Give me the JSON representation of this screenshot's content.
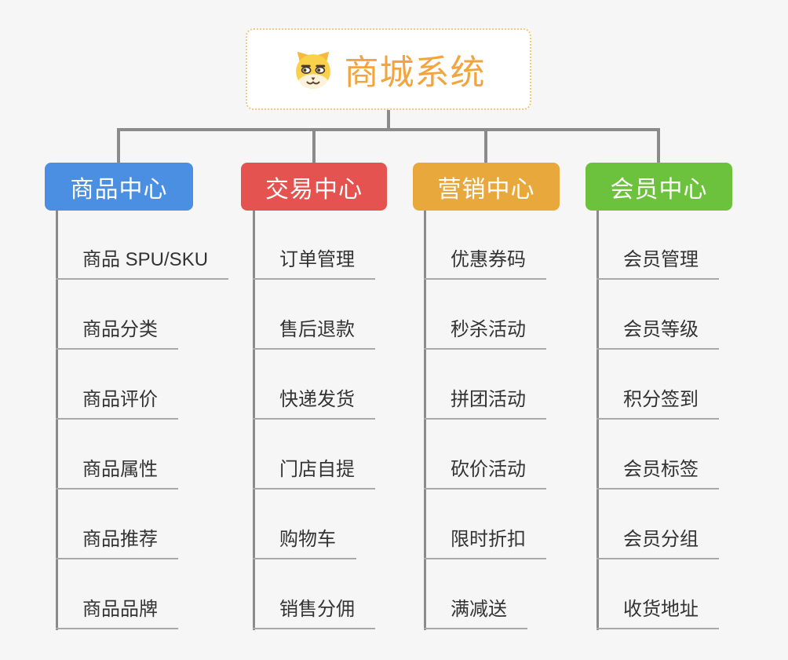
{
  "root": {
    "title": "商城系统",
    "icon": "dog-icon"
  },
  "colors": {
    "background": "#F6F6F6",
    "connector": "#8B8B8B",
    "leaf_underline": "#A9A9A9",
    "leaf_text": "#333333",
    "root_text": "#F2A53E",
    "root_border": "#F3C77D"
  },
  "branches": [
    {
      "label": "商品中心",
      "color": "#4B8FE2",
      "children": [
        "商品 SPU/SKU",
        "商品分类",
        "商品评价",
        "商品属性",
        "商品推荐",
        "商品品牌"
      ]
    },
    {
      "label": "交易中心",
      "color": "#E4534F",
      "children": [
        "订单管理",
        "售后退款",
        "快递发货",
        "门店自提",
        "购物车",
        "销售分佣"
      ]
    },
    {
      "label": "营销中心",
      "color": "#E9A83C",
      "children": [
        "优惠券码",
        "秒杀活动",
        "拼团活动",
        "砍价活动",
        "限时折扣",
        "满减送"
      ]
    },
    {
      "label": "会员中心",
      "color": "#6CC23C",
      "children": [
        "会员管理",
        "会员等级",
        "积分签到",
        "会员标签",
        "会员分组",
        "收货地址"
      ]
    }
  ]
}
